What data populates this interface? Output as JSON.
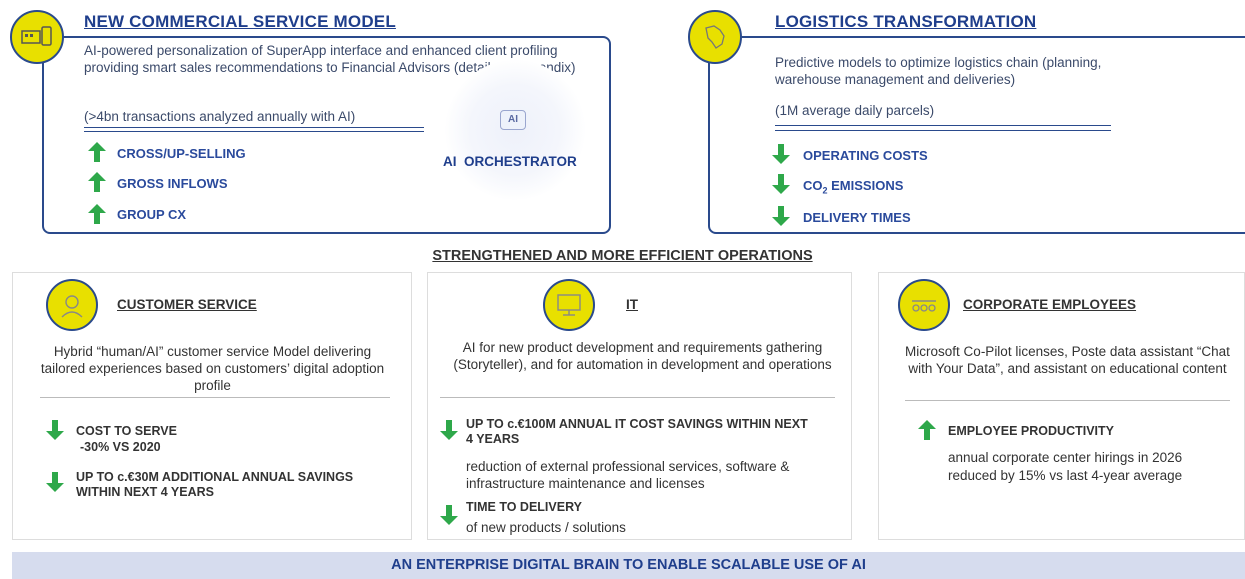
{
  "commercial": {
    "title": "NEW COMMERCIAL SERVICE MODEL",
    "desc": "AI-powered personalization of SuperApp interface and enhanced client profiling providing smart sales recommendations to Financial Advisors (details in Appendix)",
    "note": "(>4bn transactions analyzed annually with AI)",
    "orchestrator": "AI  ORCHESTRATOR",
    "chip": "AI",
    "kpis": [
      "CROSS/UP-SELLING",
      "GROSS INFLOWS",
      "GROUP CX"
    ]
  },
  "logistics": {
    "title": "LOGISTICS TRANSFORMATION",
    "desc": "Predictive models to optimize logistics chain (planning, warehouse management and deliveries)",
    "note": "(1M average daily parcels)",
    "kpis": [
      "OPERATING COSTS",
      "CO",
      "EMISSIONS",
      "DELIVERY TIMES"
    ],
    "co2_sub": "2"
  },
  "operations": {
    "title": "STRENGTHENED AND MORE EFFICIENT OPERATIONS"
  },
  "customer": {
    "title": "CUSTOMER SERVICE",
    "desc": "Hybrid “human/AI” customer service Model delivering tailored experiences based on customers’ digital adoption profile",
    "kpi1": "COST TO SERVE",
    "kpi1b": "-30% VS 2020",
    "kpi2": "UP TO c.€30M ADDITIONAL ANNUAL SAVINGS WITHIN NEXT 4 YEARS"
  },
  "it": {
    "title": "IT",
    "desc": "AI for new product development and requirements gathering (Storyteller), and for automation in development and operations",
    "kpi1": "UP TO c.€100M ANNUAL IT COST SAVINGS WITHIN NEXT 4 YEARS",
    "kpi1_desc": "reduction of external professional services, software & infrastructure maintenance and licenses",
    "kpi2": "TIME TO DELIVERY",
    "kpi2_desc": "of new products / solutions"
  },
  "employees": {
    "title": "CORPORATE EMPLOYEES",
    "desc": "Microsoft Co-Pilot licenses, Poste data assistant “Chat with Your Data”, and assistant on educational content",
    "kpi": "EMPLOYEE PRODUCTIVITY",
    "kpi_desc": "annual corporate center hirings in 2026 reduced by 15% vs last 4-year average"
  },
  "footer": {
    "title": "AN ENTERPRISE DIGITAL BRAIN TO ENABLE SCALABLE USE OF AI"
  },
  "colors": {
    "up": "#2ea84a",
    "down": "#2ea84a",
    "navy": "#1f3e8c",
    "yellow": "#e8e000"
  }
}
